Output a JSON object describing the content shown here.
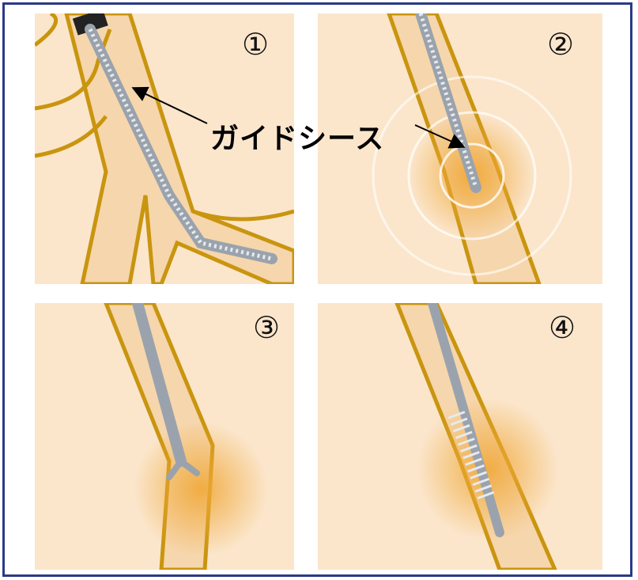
{
  "panels": [
    {
      "number": "①"
    },
    {
      "number": "②"
    },
    {
      "number": "③"
    },
    {
      "number": "④"
    }
  ],
  "annotation": {
    "label": "ガイドシース"
  },
  "colors": {
    "frame": "#2a3a86",
    "background": "#fbe6cc",
    "vessel_fill": "#f6d6ac",
    "vessel_wall": "#c9950f",
    "lesion": "#f0a838",
    "instrument": "#9aa3ad"
  }
}
